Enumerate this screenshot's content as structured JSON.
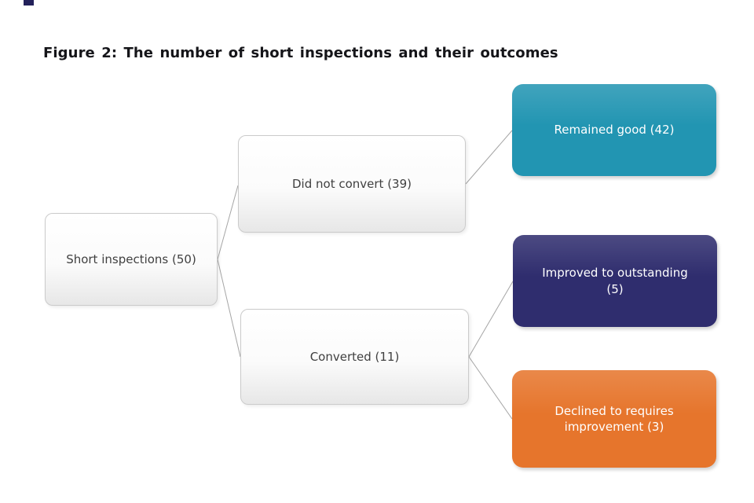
{
  "title": "Figure 2: The number of short inspections and their outcomes",
  "nodes": {
    "root": {
      "label": "Short inspections (50)"
    },
    "branches": [
      {
        "label": "Did not convert (39)"
      },
      {
        "label": "Converted (11)"
      }
    ],
    "outcomes": [
      {
        "label": "Remained good (42)",
        "color": "#2295b2"
      },
      {
        "label": "Improved to outstanding (5)",
        "color": "#2f2d6e"
      },
      {
        "label": "Declined to requires improvement (3)",
        "color": "#e6752c"
      }
    ]
  }
}
